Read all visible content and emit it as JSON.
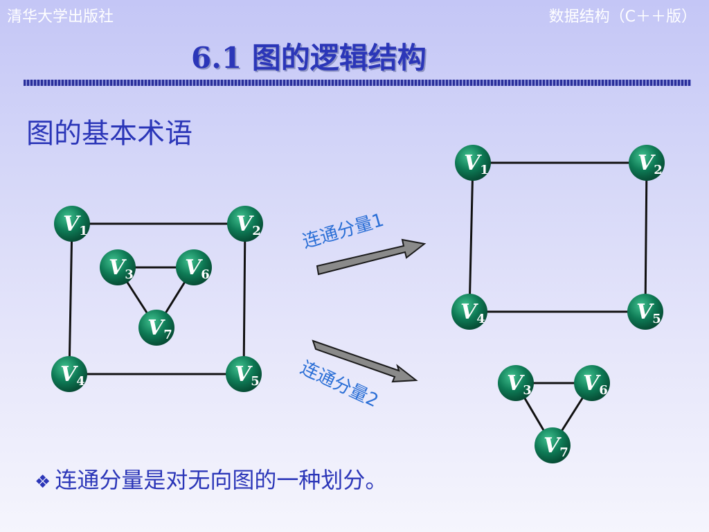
{
  "header": {
    "publisher": "清华大学出版社",
    "course": "数据结构（C＋＋版）"
  },
  "title": "6.1 图的逻辑结构",
  "section_heading": "图的基本术语",
  "bullet_icon": "diamond-bullet-icon",
  "bottom_text": "连通分量是对无向图的一种划分。",
  "arrow_labels": {
    "upper": "连通分量1",
    "lower": "连通分量2"
  },
  "vertex_label": "V",
  "colors": {
    "vertex_fill": "#0e7a55",
    "title": "#2b36b8",
    "arrow_fill": "#8a8a8a"
  },
  "graphs": {
    "original": {
      "vertices": [
        "1",
        "2",
        "3",
        "4",
        "5",
        "6",
        "7"
      ],
      "edges": [
        [
          "1",
          "2"
        ],
        [
          "2",
          "5"
        ],
        [
          "5",
          "4"
        ],
        [
          "4",
          "1"
        ],
        [
          "3",
          "6"
        ],
        [
          "3",
          "7"
        ],
        [
          "6",
          "7"
        ]
      ]
    },
    "component1": {
      "vertices": [
        "1",
        "2",
        "4",
        "5"
      ],
      "edges": [
        [
          "1",
          "2"
        ],
        [
          "2",
          "5"
        ],
        [
          "5",
          "4"
        ],
        [
          "4",
          "1"
        ]
      ]
    },
    "component2": {
      "vertices": [
        "3",
        "6",
        "7"
      ],
      "edges": [
        [
          "3",
          "6"
        ],
        [
          "3",
          "7"
        ],
        [
          "6",
          "7"
        ]
      ]
    }
  }
}
